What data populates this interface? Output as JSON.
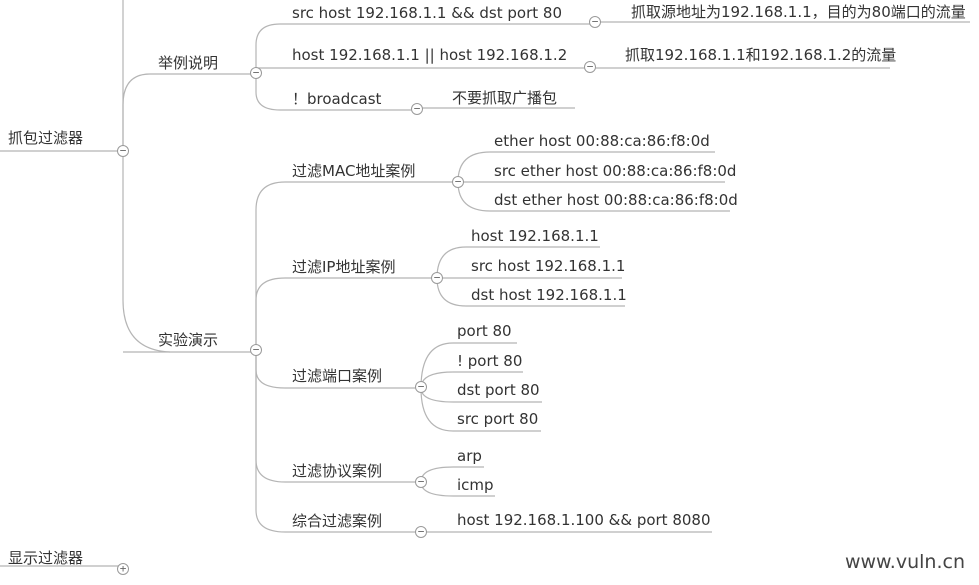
{
  "mindmap": {
    "capture_filter": {
      "title": "抓包过滤器",
      "examples": {
        "title": "举例说明",
        "items": [
          {
            "expr": "src host 192.168.1.1 && dst port 80",
            "note": "抓取源地址为192.168.1.1，目的为80端口的流量"
          },
          {
            "expr": "host 192.168.1.1 || host 192.168.1.2",
            "note": "抓取192.168.1.1和192.168.1.2的流量"
          },
          {
            "expr": "！broadcast",
            "note": "不要抓取广播包"
          }
        ]
      },
      "experiment": {
        "title": "实验演示",
        "groups": [
          {
            "title": "过滤MAC地址案例",
            "items": [
              "ether host 00:88:ca:86:f8:0d",
              "src ether host 00:88:ca:86:f8:0d",
              "dst ether host 00:88:ca:86:f8:0d"
            ]
          },
          {
            "title": "过滤IP地址案例",
            "items": [
              "host 192.168.1.1",
              "src host 192.168.1.1",
              "dst host 192.168.1.1"
            ]
          },
          {
            "title": "过滤端口案例",
            "items": [
              "port 80",
              "! port 80",
              "dst port 80",
              "src port 80"
            ]
          },
          {
            "title": "过滤协议案例",
            "items": [
              "arp",
              "icmp"
            ]
          },
          {
            "title": "综合过滤案例",
            "items": [
              "host 192.168.1.100 && port 8080"
            ]
          }
        ]
      }
    },
    "display_filter": {
      "title": "显示过滤器"
    }
  },
  "icons": {
    "collapse": "−",
    "expand": "+"
  },
  "watermark": "www.vuln.cn",
  "colors": {
    "line": "#b5b5b5",
    "text": "#333333"
  }
}
